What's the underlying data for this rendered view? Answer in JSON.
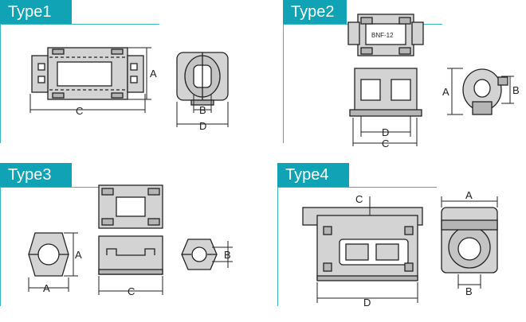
{
  "panels": [
    {
      "title": "Type1",
      "labels": {
        "a": "A",
        "b": "B",
        "c": "C",
        "d": "D"
      }
    },
    {
      "title": "Type2",
      "labels": {
        "a": "A",
        "b": "B",
        "c": "C",
        "d": "D",
        "model": "BNF-12"
      }
    },
    {
      "title": "Type3",
      "labels": {
        "a": "A",
        "a2": "A",
        "b": "B",
        "c": "C"
      }
    },
    {
      "title": "Type4",
      "labels": {
        "a": "A",
        "b": "B",
        "c": "C",
        "d": "D"
      }
    }
  ],
  "colors": {
    "accent": "#0fa3b5",
    "part_fill": "#d3d3d3",
    "part_dark": "#b5b5b5",
    "line": "#222222"
  }
}
